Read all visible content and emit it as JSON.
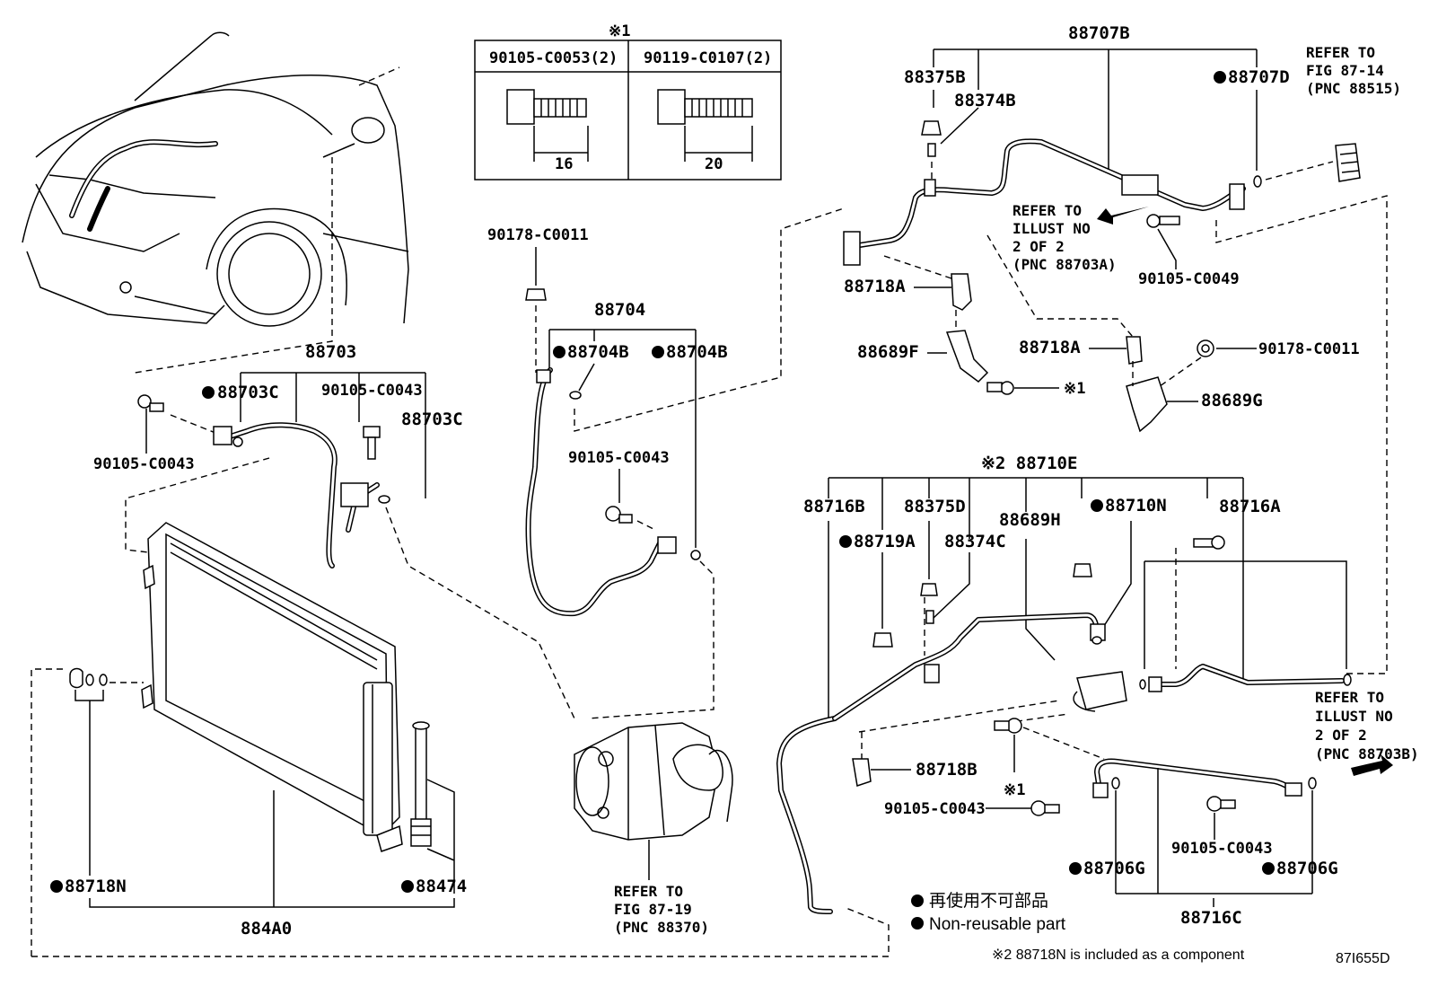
{
  "labels": {
    "p88707B": "88707B",
    "p88375B": "88375B",
    "p88374B": "88374B",
    "p88707D": "88707D",
    "p88718A_top": "88718A",
    "p88689F": "88689F",
    "p88718A_mid": "88718A",
    "p90178_C0011_right": "90178-C0011",
    "p88689G": "88689G",
    "p90105_C0049": "90105-C0049",
    "x1_bracket": "※1",
    "p88703": "88703",
    "p88703C_left": "88703C",
    "p90105_C0043_a": "90105-C0043",
    "p90105_C0043_b": "90105-C0043",
    "p88703C_right": "88703C",
    "p90178_C0011_center": "90178-C0011",
    "p88704": "88704",
    "p88704B_a": "88704B",
    "p88704B_b": "88704B",
    "p90105_C0043_c": "90105-C0043",
    "p88710E": "※2 88710E",
    "p88716B": "88716B",
    "p88375D": "88375D",
    "p88689H": "88689H",
    "p88710N": "88710N",
    "p88716A": "88716A",
    "p88719A": "88719A",
    "p88374C": "88374C",
    "p88718B": "88718B",
    "x1_lower": "※1",
    "p90105_C0043_d": "90105-C0043",
    "p90105_C0043_e": "90105-C0043",
    "p88706G_a": "88706G",
    "p88706G_b": "88706G",
    "p88716C": "88716C",
    "p88718N": "88718N",
    "p88474": "88474",
    "p884A0": "884A0"
  },
  "bolt_table": {
    "marker": "※1",
    "col1_part": "90105-C0053(2)",
    "col2_part": "90119-C0107(2)",
    "col1_length": "16",
    "col2_length": "20"
  },
  "refs": {
    "fig87_14": [
      "REFER TO",
      "FIG 87-14",
      "(PNC 88515)"
    ],
    "illust_a": [
      "REFER TO",
      "ILLUST NO",
      "2 OF 2",
      "(PNC 88703A)"
    ],
    "illust_b": [
      "REFER TO",
      "ILLUST NO",
      "2 OF 2",
      "(PNC 88703B)"
    ],
    "fig87_19": [
      "REFER TO",
      "FIG 87-19",
      "(PNC 88370)"
    ]
  },
  "legend": {
    "jp": "再使用不可部品",
    "en": "Non-reusable part"
  },
  "footnote": "※2 88718N is included as a component",
  "diagram_code": "87I655D"
}
